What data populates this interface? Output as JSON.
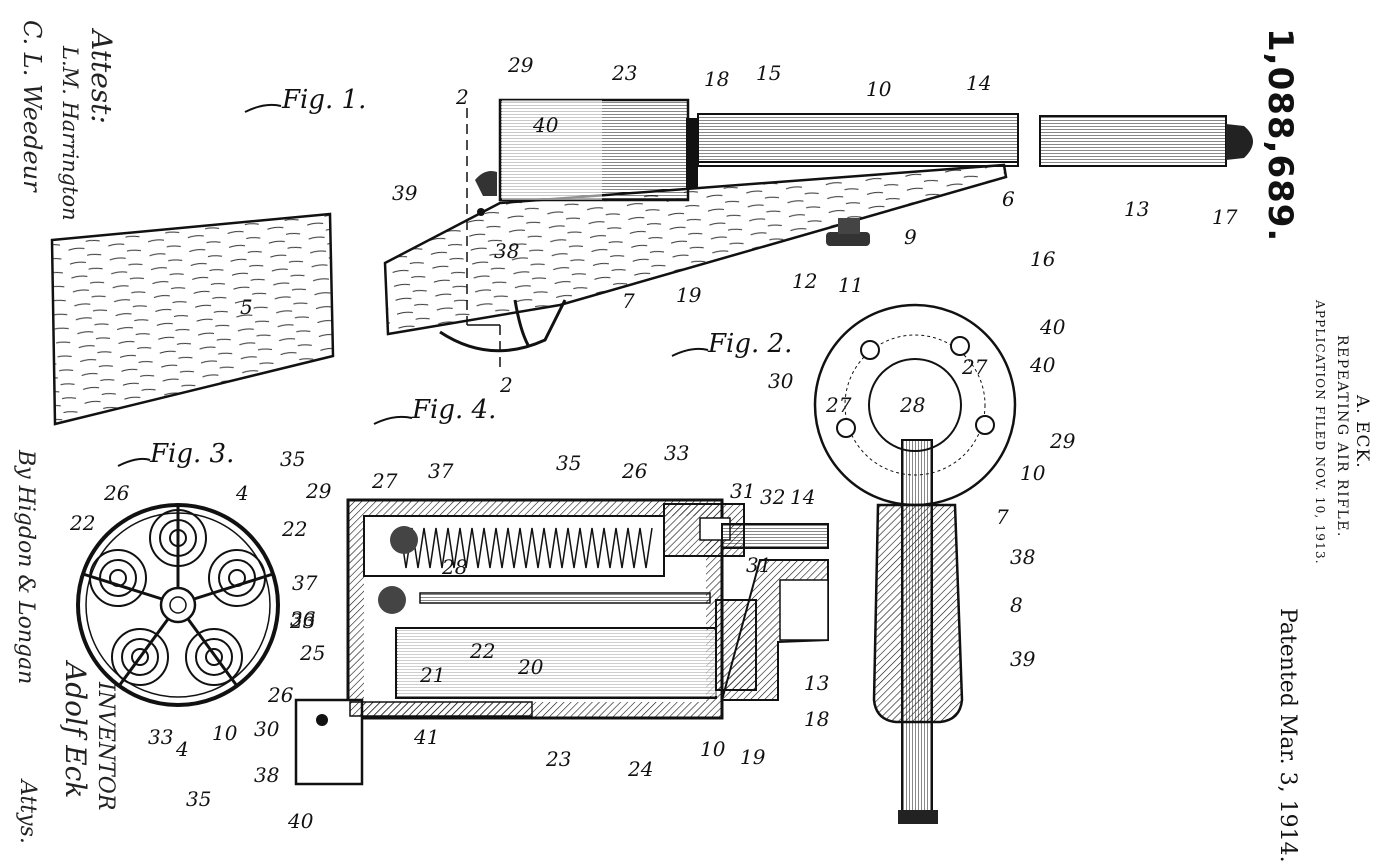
{
  "header": {
    "patent_number": "1,088,689.",
    "inventor": "A. ECK.",
    "title": "REPEATING AIR RIFLE.",
    "application": "APPLICATION FILED NOV. 10, 1913.",
    "patented": "Patented Mar. 3, 1914."
  },
  "signatures": {
    "attest": "Attest:",
    "witness1": "L.M. Harrington",
    "witness2": "C. L. Weedeur",
    "by_line": "By Higdon & Longan",
    "inventor_label": "INVENTOR",
    "inventor_sig": "Adolf Eck",
    "attys": "Attys."
  },
  "figures": {
    "fig1": "Fig. 1.",
    "fig2": "Fig. 2.",
    "fig3": "Fig. 3.",
    "fig4": "Fig. 4."
  },
  "refs": {
    "fig1": [
      "29",
      "23",
      "18",
      "15",
      "10",
      "14",
      "2",
      "40",
      "39",
      "38",
      "7",
      "19",
      "6",
      "9",
      "12",
      "11",
      "16",
      "13",
      "17",
      "5",
      "2"
    ],
    "fig2": [
      "40",
      "30",
      "27",
      "28",
      "27",
      "40",
      "29",
      "10",
      "7",
      "38",
      "8",
      "39"
    ],
    "fig3": [
      "35",
      "4",
      "26",
      "22",
      "22",
      "23",
      "26",
      "33",
      "10",
      "35",
      "4"
    ],
    "fig4": [
      "29",
      "27",
      "37",
      "35",
      "26",
      "33",
      "31",
      "32",
      "14",
      "28",
      "37",
      "36",
      "25",
      "31",
      "21",
      "22",
      "20",
      "30",
      "41",
      "38",
      "40",
      "23",
      "24",
      "10",
      "19",
      "18",
      "13"
    ]
  }
}
